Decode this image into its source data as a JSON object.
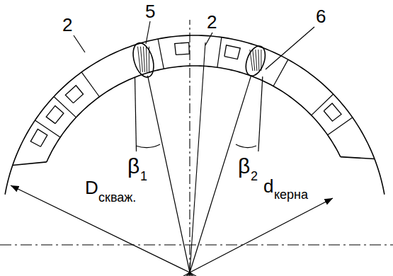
{
  "diagram": {
    "labels": [
      "2",
      "5",
      "2",
      "6",
      "β",
      "1",
      "β",
      "2",
      "D",
      "скваж.",
      "d",
      "керна"
    ]
  }
}
